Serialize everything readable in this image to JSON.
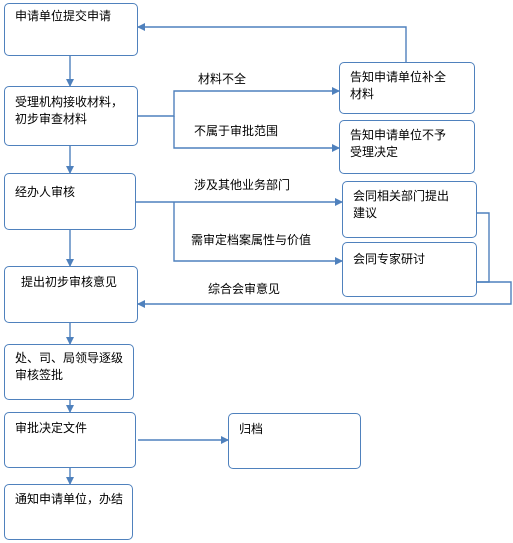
{
  "nodes": {
    "submit": "申请单位提交申请",
    "receive": "受理机构接收材料，\n初步审查材料",
    "notify_supplement": "告知申请单位补全\n材料",
    "notify_reject": "告知申请单位不予\n受理决定",
    "handler_review": "经办人审核",
    "joint_dept": "会同相关部门提出\n建议",
    "joint_expert": "会同专家研讨",
    "preliminary": "提出初步审核意见",
    "approval": "处、司、局领导逐级\n审核签批",
    "decision_doc": "审批决定文件",
    "archive": "归档",
    "notify_finish": "通知申请单位，办结"
  },
  "edges": {
    "incomplete": "材料不全",
    "out_of_scope": "不属于审批范围",
    "other_depts": "涉及其他业务部门",
    "archive_value": "需审定档案属性与价值",
    "combined_opinion": "综合会审意见"
  }
}
